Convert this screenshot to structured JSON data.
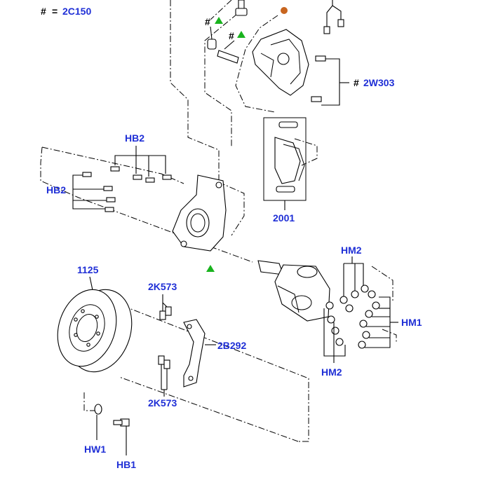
{
  "legend": {
    "symbol": "#",
    "equals": "=",
    "code": "2C150"
  },
  "labels": {
    "caliper_bolt_group": "2W303",
    "caliper_hash_a": "#",
    "caliper_hash_b": "#",
    "brake_pads": "2001",
    "knuckle_bolts_top": "HB2",
    "knuckle_bolts_left": "HB2",
    "rotor": "1125",
    "shield_bolts_top": "2K573",
    "shield": "2B292",
    "shield_bolts_bottom": "2K573",
    "hub_nuts_top": "HM2",
    "hub_nuts_right": "HM1",
    "hub_nuts_bottom": "HM2",
    "washer": "HW1",
    "bolt": "HB1"
  },
  "colors": {
    "label": "#1f2fd6",
    "green_marker": "#19b31e",
    "orange_marker": "#c8651f"
  },
  "markers": [
    "green-triangle-icon",
    "orange-dot-icon"
  ]
}
